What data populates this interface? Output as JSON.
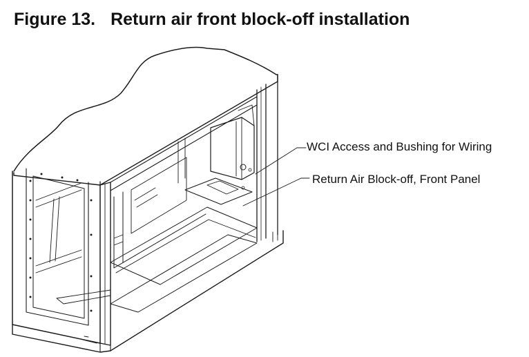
{
  "figure": {
    "number": "Figure 13.",
    "title": "Return air front block-off installation"
  },
  "callouts": [
    {
      "text": "WCI Access and Bushing for Wiring"
    },
    {
      "text": "Return Air Block-off, Front Panel"
    }
  ]
}
